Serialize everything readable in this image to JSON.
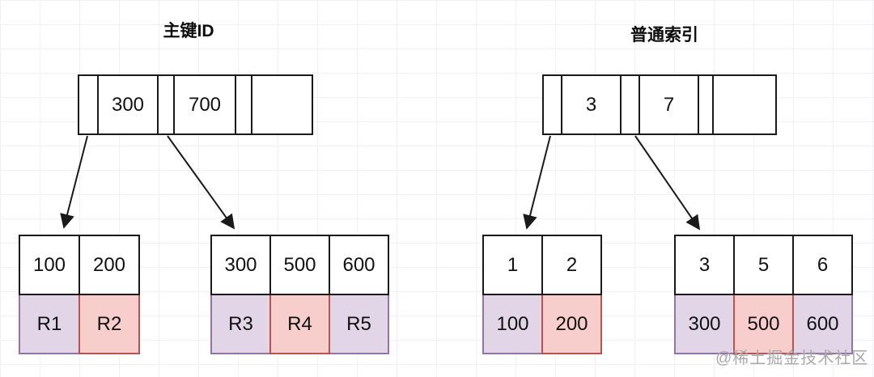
{
  "diagram": {
    "left": {
      "title": "主键ID",
      "root": {
        "cells": [
          "",
          "300",
          "",
          "700",
          "",
          ""
        ]
      },
      "leaf1": {
        "keys": [
          "100",
          "200"
        ],
        "records": [
          "R1",
          "R2"
        ]
      },
      "leaf2": {
        "keys": [
          "300",
          "500",
          "600"
        ],
        "records": [
          "R3",
          "R4",
          "R5"
        ]
      }
    },
    "right": {
      "title": "普通索引",
      "root": {
        "cells": [
          "",
          "3",
          "",
          "7",
          "",
          ""
        ]
      },
      "leaf1": {
        "keys": [
          "1",
          "2"
        ],
        "records": [
          "100",
          "200"
        ]
      },
      "leaf2": {
        "keys": [
          "3",
          "5",
          "6"
        ],
        "records": [
          "300",
          "500",
          "600"
        ]
      }
    },
    "watermark": "@稀土掘金技术社区",
    "colors": {
      "purple_fill": "#E1D5E7",
      "purple_stroke": "#9673A6",
      "pink_fill": "#F8CECC",
      "pink_stroke": "#B85450",
      "line": "#1A1A1A",
      "white_fill": "#FFFFFF",
      "watermark_gray": "#A9A9AD"
    }
  }
}
